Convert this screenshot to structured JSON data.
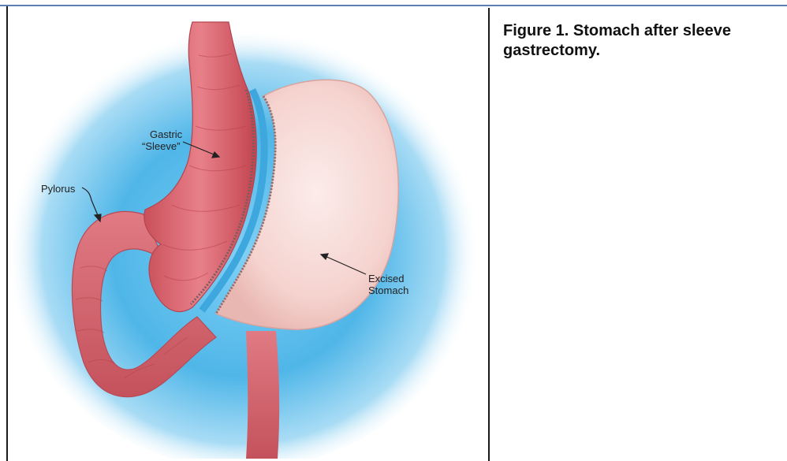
{
  "caption": {
    "text": "Figure 1. Stomach after sleeve gastrectomy."
  },
  "figure": {
    "labels": {
      "gastric_line1": "Gastric",
      "gastric_line2": "“Sleeve”",
      "pylorus": "Pylorus",
      "excised_line1": "Excised",
      "excised_line2": "Stomach"
    },
    "colors": {
      "sleeve": "#d9646c",
      "excised": "#f7dcd8",
      "halo": "#4fb6e8",
      "rule": "#5b7fb0"
    }
  }
}
